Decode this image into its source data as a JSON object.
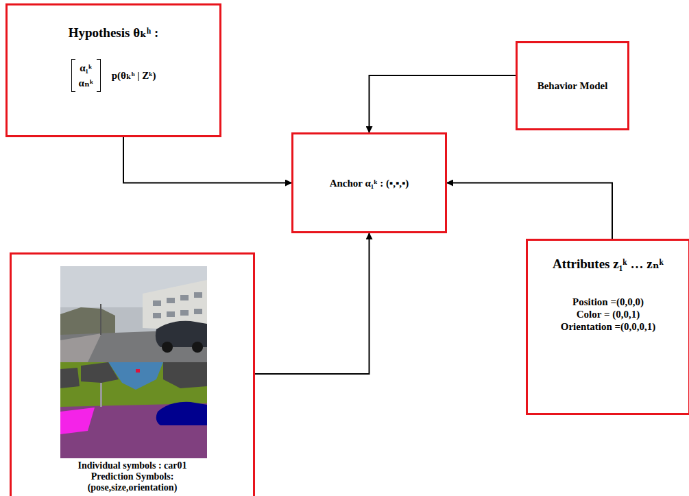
{
  "diagram": {
    "nodes": [
      {
        "text": [
          "Hypothesis θₖʰ :",
          "α₁ᵏ αₙᵏ",
          "p(θₖʰ | Zᵏ)"
        ]
      },
      {
        "text": [
          "Behavior Model"
        ]
      },
      {
        "text": [
          "Anchor α₁ᵏ : (▪,▪,▪)"
        ]
      },
      {
        "text": [
          "Individual symbols : car01",
          "Prediction Symbols: (pose,size,orientation)"
        ]
      },
      {
        "text": [
          "Attributes z₁ᵏ … zₙᵏ",
          "Position =(0,0,0)",
          "Color = (0,0,1)",
          "Orientation =(0,0,0,1)"
        ]
      }
    ],
    "edges": [
      {
        "from": 0,
        "to": 2,
        "arrow": "to"
      },
      {
        "from": 1,
        "to": 2,
        "arrow": "to"
      },
      {
        "from": 3,
        "to": 2,
        "arrow": "to"
      },
      {
        "from": 4,
        "to": 2,
        "arrow": "to"
      }
    ]
  }
}
